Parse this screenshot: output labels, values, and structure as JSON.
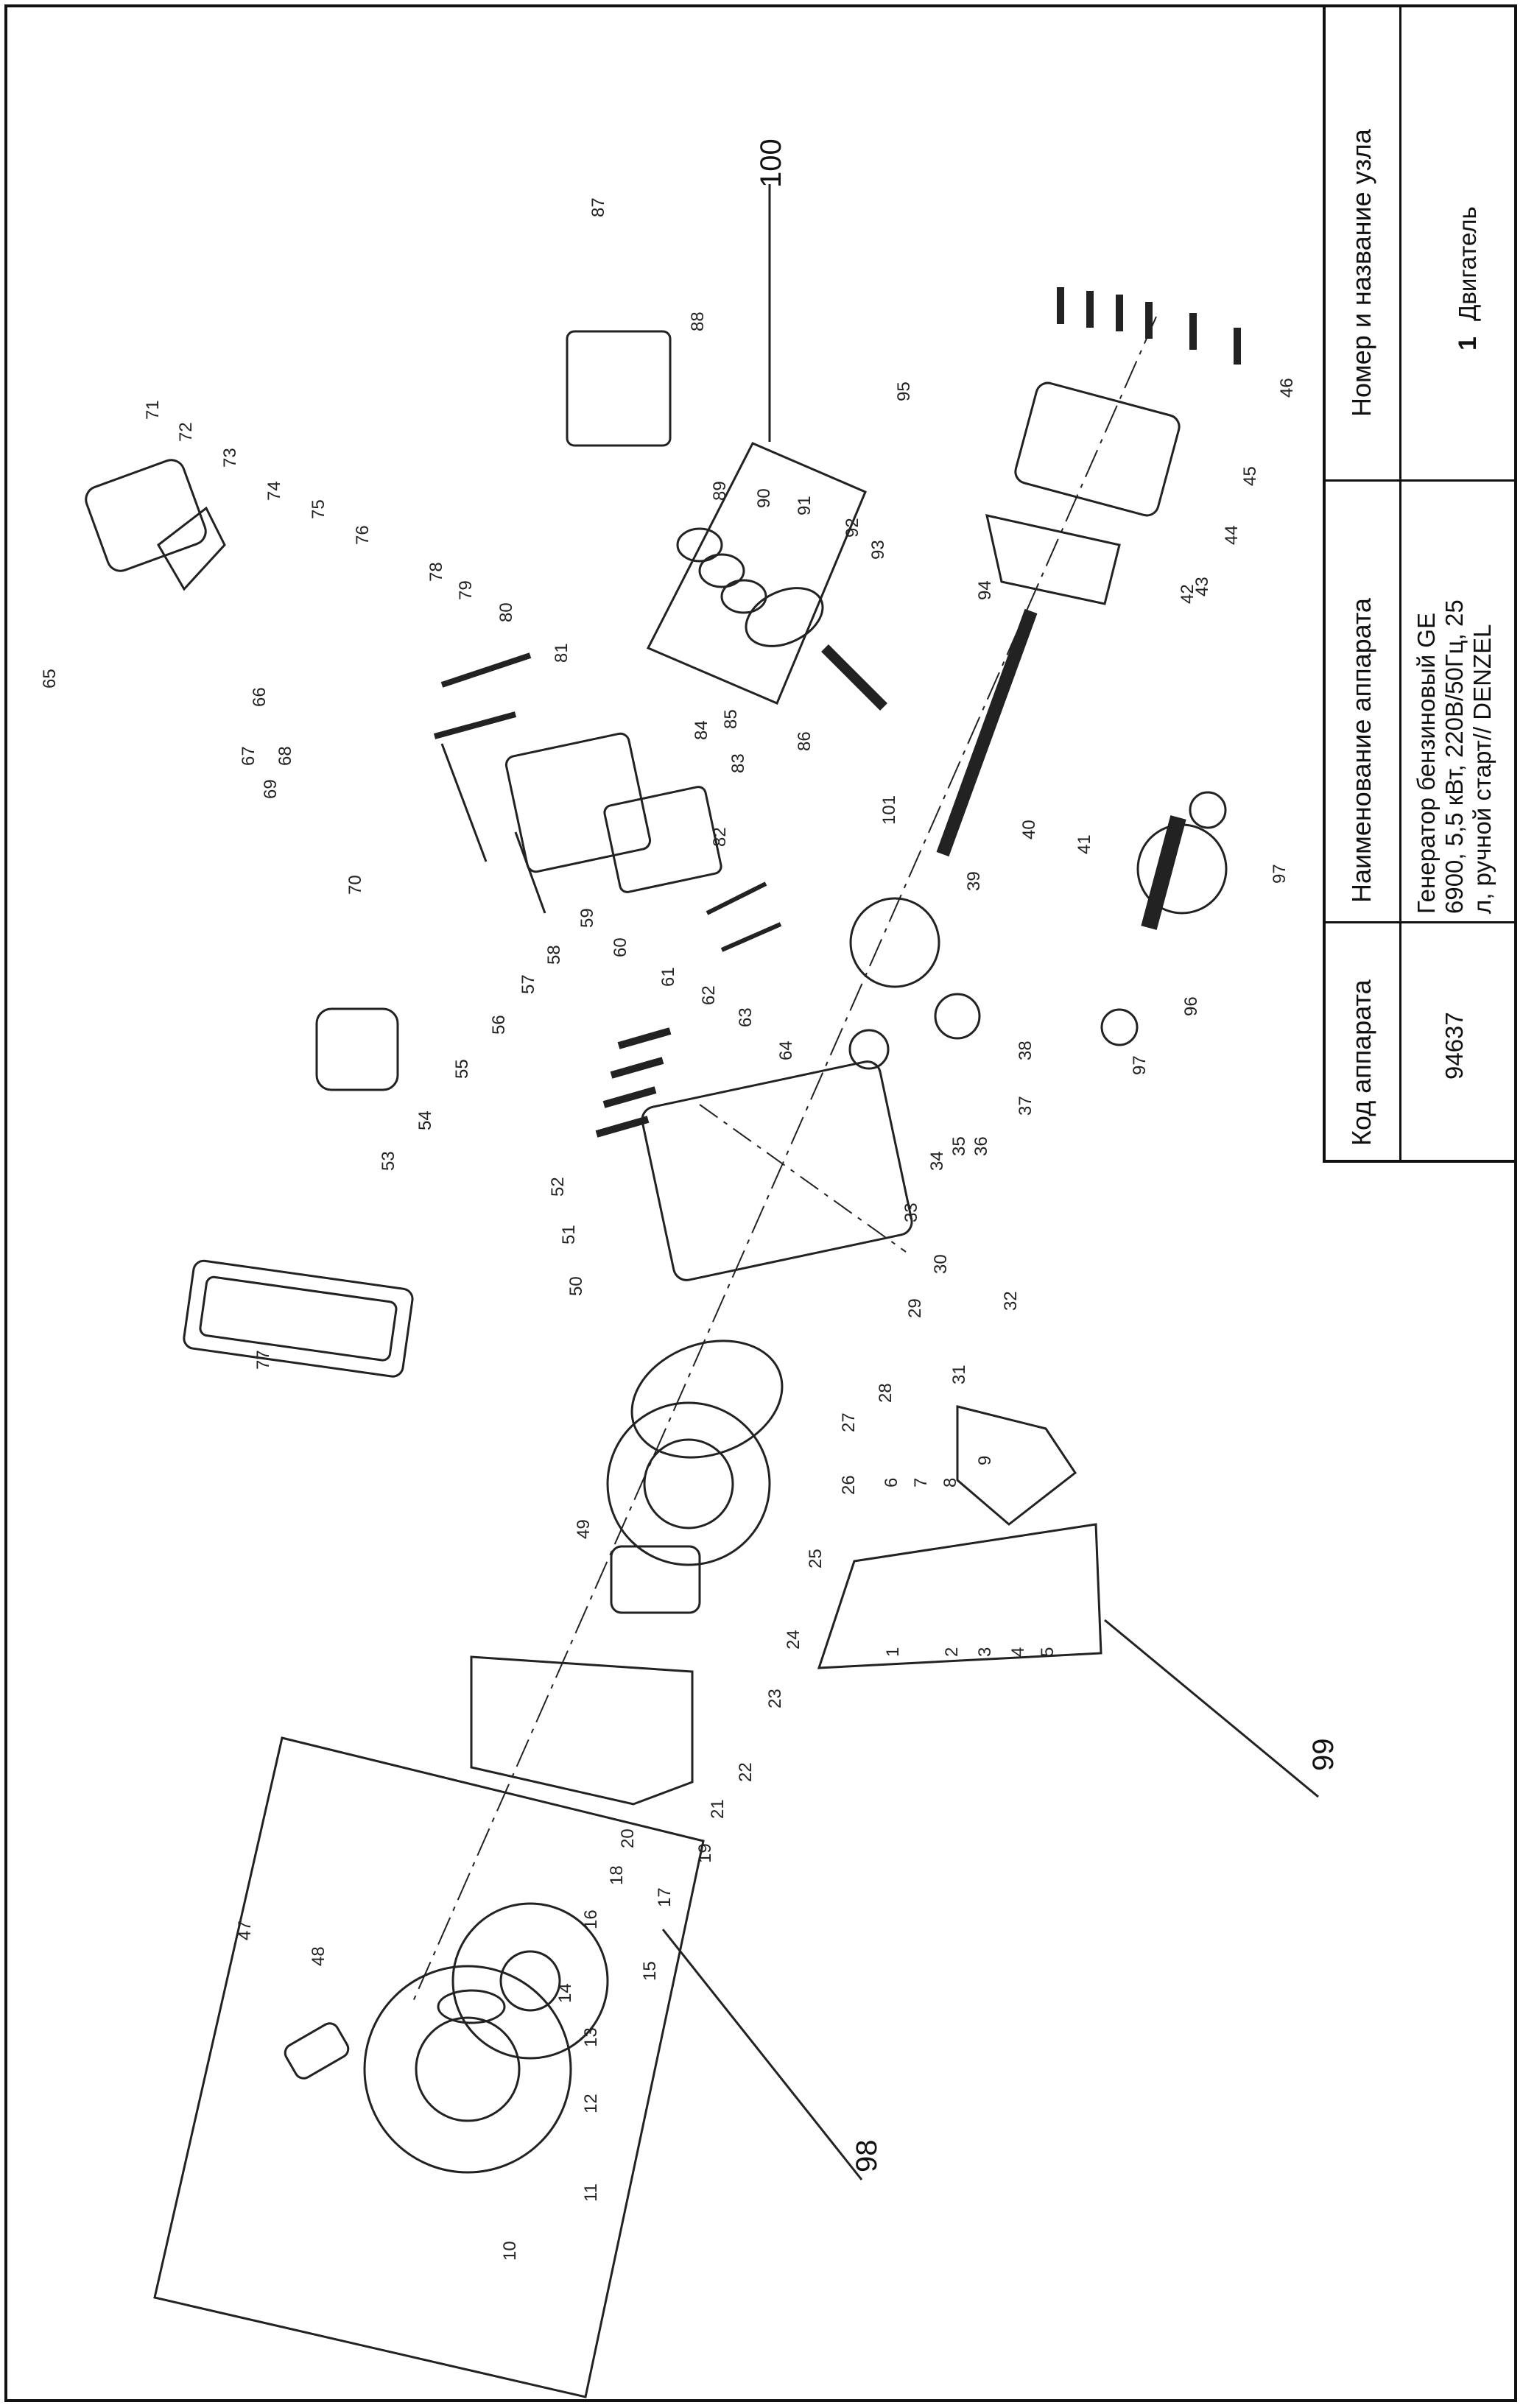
{
  "title_block": {
    "header_code": "Код аппарата",
    "header_name": "Наименование аппарата",
    "header_unit": "Номер и название узла",
    "code": "94637",
    "name_lines": [
      "Генератор бензиновый GE",
      "6900, 5,5 кВт, 220В/50Гц, 25",
      "л, ручной старт// DENZEL"
    ],
    "unit_number": "1",
    "unit_name": "Двигатель"
  },
  "assembly_labels": [
    "98",
    "99",
    "100"
  ],
  "part_labels": [
    "1",
    "2",
    "3",
    "4",
    "5",
    "6",
    "7",
    "8",
    "9",
    "10",
    "11",
    "12",
    "13",
    "14",
    "15",
    "16",
    "17",
    "18",
    "19",
    "20",
    "21",
    "22",
    "23",
    "24",
    "25",
    "26",
    "27",
    "28",
    "29",
    "30",
    "31",
    "32",
    "33",
    "34",
    "35",
    "36",
    "37",
    "38",
    "39",
    "40",
    "41",
    "42",
    "43",
    "44",
    "45",
    "46",
    "47",
    "48",
    "49",
    "50",
    "51",
    "52",
    "53",
    "54",
    "55",
    "56",
    "57",
    "58",
    "59",
    "60",
    "61",
    "62",
    "63",
    "64",
    "65",
    "66",
    "67",
    "68",
    "69",
    "70",
    "71",
    "72",
    "73",
    "74",
    "75",
    "76",
    "77",
    "78",
    "79",
    "80",
    "81",
    "82",
    "83",
    "84",
    "85",
    "86",
    "87",
    "88",
    "89",
    "90",
    "91",
    "92",
    "93",
    "94",
    "95",
    "96",
    "97",
    "97",
    "101"
  ]
}
